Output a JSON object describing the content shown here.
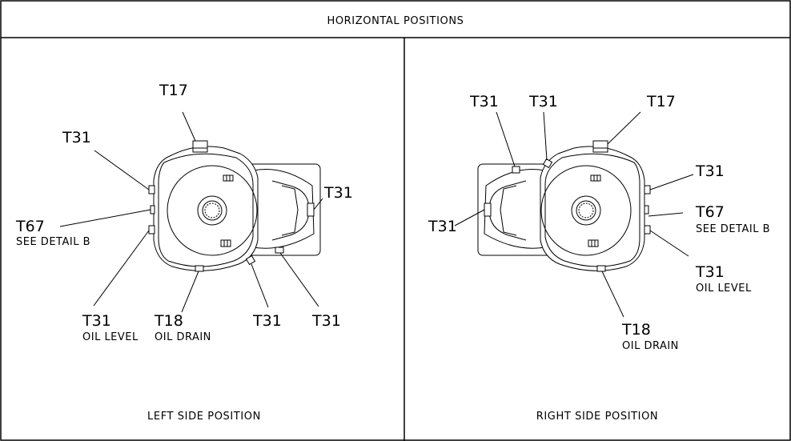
{
  "header": {
    "title": "HORIZONTAL POSITIONS"
  },
  "left": {
    "caption": "LEFT SIDE POSITION",
    "callouts": {
      "t17": "T17",
      "t31_top": "T31",
      "t67": "T67",
      "t67_note": "SEE DETAIL B",
      "t31_right": "T31",
      "t31_oil": "T31",
      "t31_oil_note": "OIL LEVEL",
      "t18": "T18",
      "t18_note": "OIL DRAIN",
      "t31_bottom1": "T31",
      "t31_bottom2": "T31"
    }
  },
  "right": {
    "caption": "RIGHT SIDE POSITION",
    "callouts": {
      "t31_top1": "T31",
      "t31_top2": "T31",
      "t17": "T17",
      "t31_right": "T31",
      "t31_left": "T31",
      "t67": "T67",
      "t67_note": "SEE DETAIL B",
      "t31_oil": "T31",
      "t31_oil_note": "OIL LEVEL",
      "t18": "T18",
      "t18_note": "OIL DRAIN"
    }
  }
}
